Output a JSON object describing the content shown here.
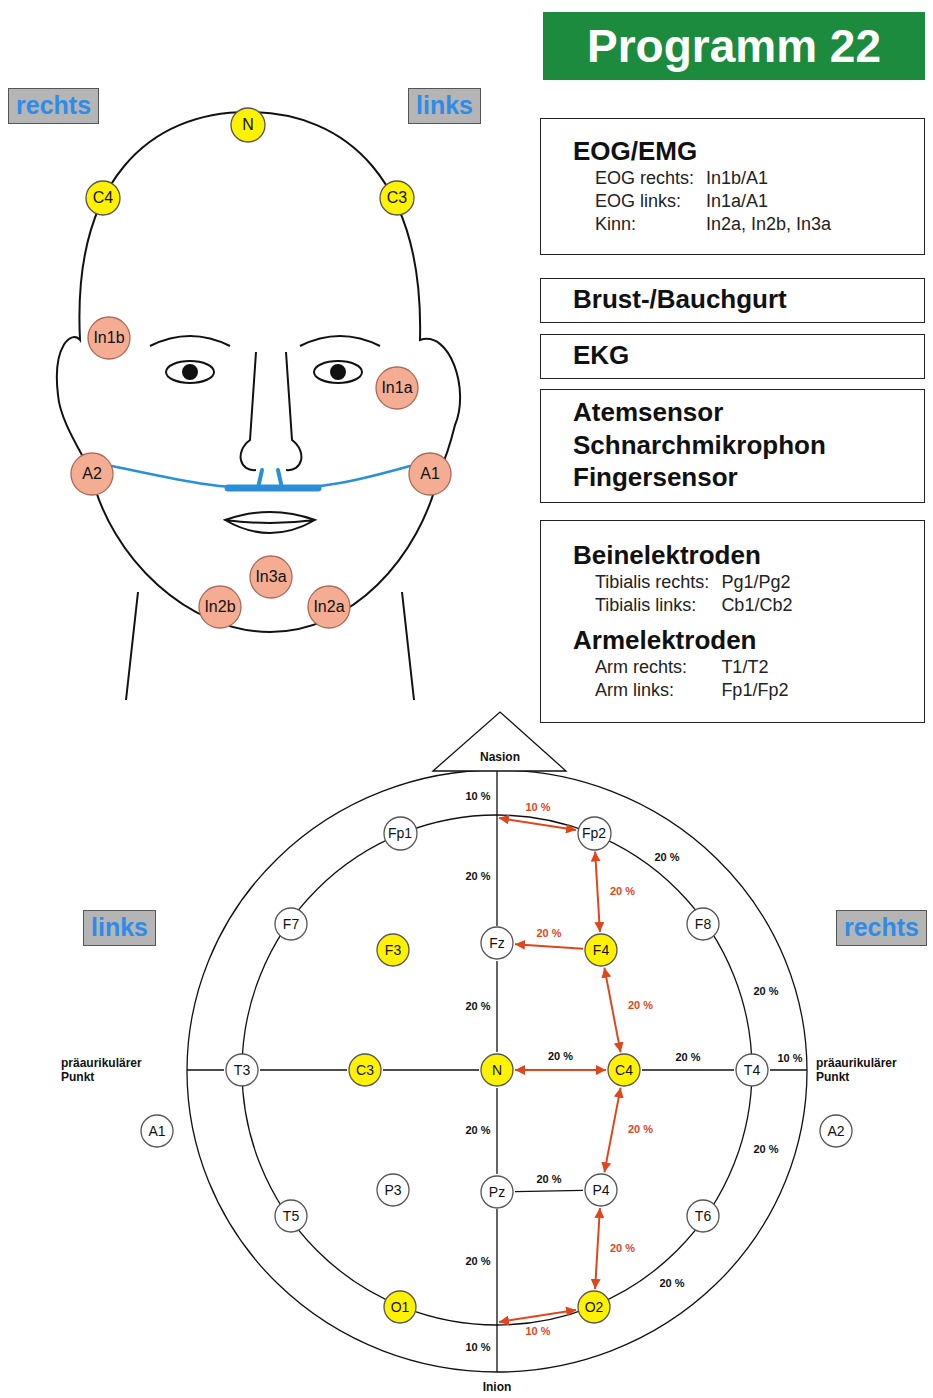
{
  "diagram": {
    "nodes": [
      {
        "text": [
          "rechts"
        ]
      },
      {
        "text": [
          "N"
        ]
      },
      {
        "text": [
          "links"
        ]
      },
      {
        "text": [
          "Programm 22"
        ]
      },
      {
        "text": [
          "C4"
        ]
      },
      {
        "text": [
          "C3"
        ]
      },
      {
        "text": [
          "EOG/EMG",
          "EOG rechts:",
          "In1b/A1",
          "EOG links:",
          "In1a/A1",
          "Kinn:",
          "In2a, In2b, In3a"
        ]
      },
      {
        "text": [
          "In1b"
        ]
      },
      {
        "text": [
          "Brust-/Bauchgurt"
        ]
      },
      {
        "text": [
          "In1a"
        ]
      },
      {
        "text": [
          "EKG"
        ]
      },
      {
        "text": [
          "A2"
        ]
      },
      {
        "text": [
          "A1"
        ]
      },
      {
        "text": [
          "Atemsensor",
          "Schnarchmikrophon",
          "Fingersensor"
        ]
      },
      {
        "text": [
          "In3a"
        ]
      },
      {
        "text": [
          "In2b"
        ]
      },
      {
        "text": [
          "In2a"
        ]
      },
      {
        "text": [
          "Beinelektroden",
          "Tibialis rechts:",
          "Pg1/Pg2",
          "Tibialis links:",
          "Cb1/Cb2",
          "Armelektroden",
          "Arm rechts:",
          "T1/T2",
          "Arm links:",
          "Fp1/Fp2"
        ]
      },
      {
        "text": [
          "links"
        ]
      },
      {
        "text": [
          "rechts"
        ]
      },
      {
        "text": [
          "Fp1"
        ]
      },
      {
        "text": [
          "Fp2"
        ]
      },
      {
        "text": [
          "F7"
        ]
      },
      {
        "text": [
          "F3"
        ]
      },
      {
        "text": [
          "Fz"
        ]
      },
      {
        "text": [
          "F4"
        ]
      },
      {
        "text": [
          "F8"
        ]
      },
      {
        "text": [
          "T3"
        ]
      },
      {
        "text": [
          "C3"
        ]
      },
      {
        "text": [
          "N"
        ]
      },
      {
        "text": [
          "C4"
        ]
      },
      {
        "text": [
          "T4"
        ]
      },
      {
        "text": [
          "A1"
        ]
      },
      {
        "text": [
          "A2"
        ]
      },
      {
        "text": [
          "P3"
        ]
      },
      {
        "text": [
          "Pz"
        ]
      },
      {
        "text": [
          "P4"
        ]
      },
      {
        "text": [
          "T5"
        ]
      },
      {
        "text": [
          "T6"
        ]
      },
      {
        "text": [
          "O1"
        ]
      },
      {
        "text": [
          "O2"
        ]
      }
    ],
    "edges": [
      {
        "from": 21,
        "to": 25,
        "arrow": "both",
        "label": "20 %"
      },
      {
        "from": 25,
        "to": 24,
        "arrow": "to",
        "label": "20 %"
      },
      {
        "from": 25,
        "to": 30,
        "arrow": "both",
        "label": "20 %"
      },
      {
        "from": 29,
        "to": 30,
        "arrow": "both",
        "label": "20 %"
      },
      {
        "from": 30,
        "to": 36,
        "arrow": "both",
        "label": "20 %"
      },
      {
        "from": 36,
        "to": 40,
        "arrow": "both",
        "label": "20 %"
      },
      {
        "from": 35,
        "to": 36,
        "arrow": "none",
        "label": "20 %"
      },
      {
        "from": 30,
        "to": 31,
        "arrow": "none",
        "label": "20 %"
      },
      {
        "from": 27,
        "to": 28,
        "arrow": "none"
      },
      {
        "from": 28,
        "to": 29,
        "arrow": "none"
      },
      {
        "from": 24,
        "to": 29,
        "arrow": "none",
        "label": "20 %"
      },
      {
        "from": 29,
        "to": 35,
        "arrow": "none",
        "label": "20 %"
      }
    ],
    "labels": [
      "Nasion",
      "Inion",
      "präaurikulärer Punkt",
      "präaurikulärer Punkt",
      "10 %",
      "10 %",
      "20 %",
      "20 %",
      "20 %",
      "10 %",
      "20 %",
      "20 %",
      "20 %",
      "10 %",
      "10 %"
    ]
  }
}
